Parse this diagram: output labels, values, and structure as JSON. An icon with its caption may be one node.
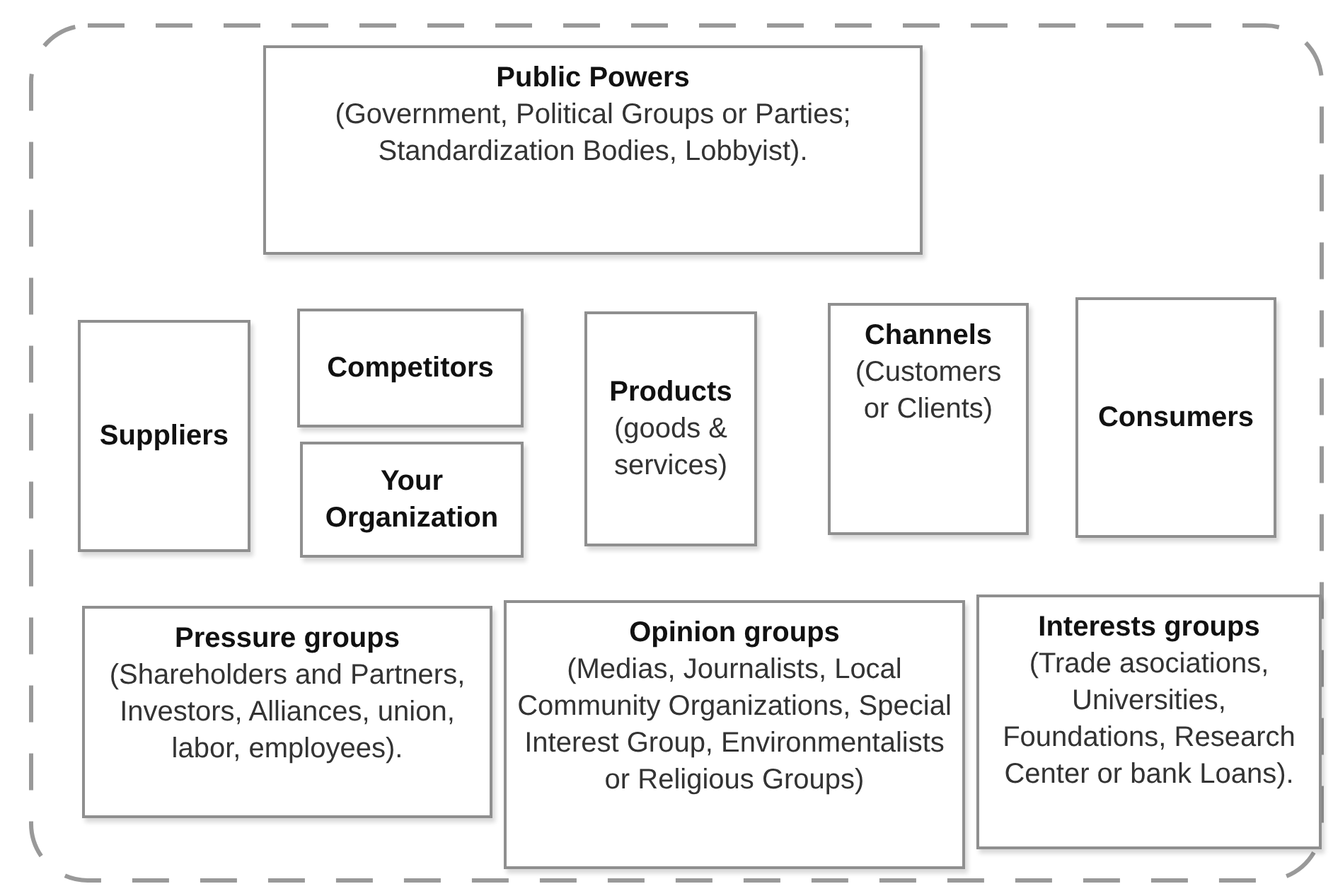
{
  "diagram": {
    "nodes": [
      {
        "text": [
          "Public Powers",
          "(Government, Political Groups or Parties; Standardization Bodies, Lobbyist)."
        ]
      },
      {
        "text": [
          "Suppliers"
        ]
      },
      {
        "text": [
          "Competitors"
        ]
      },
      {
        "text": [
          "Your Organization"
        ]
      },
      {
        "text": [
          "Products",
          "(goods & services)"
        ]
      },
      {
        "text": [
          "Channels",
          "(Customers or Clients)"
        ]
      },
      {
        "text": [
          "Consumers"
        ]
      },
      {
        "text": [
          "Pressure groups",
          "(Shareholders and Partners, Investors, Alliances, union, labor, employees)."
        ]
      },
      {
        "text": [
          "Opinion groups",
          "(Medias, Journalists, Local Community Organizations, Special Interest Group, Environmentalists or Religious Groups)"
        ]
      },
      {
        "text": [
          "Interests groups",
          "(Trade asociations, Universities, Foundations, Research Center or bank Loans)."
        ]
      }
    ]
  }
}
